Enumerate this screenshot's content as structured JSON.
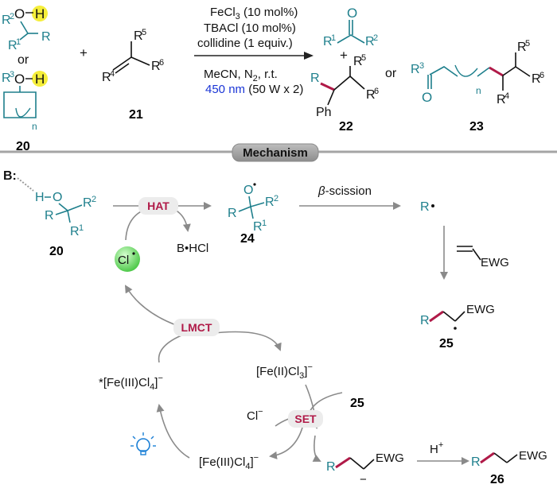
{
  "top": {
    "cond1": "FeCl",
    "cond1_sub": "3",
    "cond1_tail": " (10 mol%)",
    "cond2": "TBACl (10 mol%)",
    "cond3": "collidine (1 equiv.)",
    "cond4a": "MeCN, N",
    "cond4_sub": "2",
    "cond4b": ", r.t.",
    "cond5_blue": "450 nm",
    "cond5_rest": " (50 W x 2)",
    "plus1": "+",
    "plus2": "+",
    "or1": "or",
    "or2": "or",
    "n20": "20",
    "n21": "21",
    "n22": "22",
    "n23": "23",
    "R1": "R",
    "R2": "R",
    "R3": "R",
    "R4": "R",
    "R5": "R",
    "R6": "R",
    "sup1": "1",
    "sup2": "2",
    "sup3": "3",
    "sup4": "4",
    "sup5": "5",
    "sup6": "6",
    "O": "O",
    "H": "H",
    "Ph": "Ph",
    "R": "R",
    "n": "n"
  },
  "mechanism_label": "Mechanism",
  "mech": {
    "B_label": "B:",
    "hat": "HAT",
    "lmct": "LMCT",
    "set": "SET",
    "beta": "β",
    "beta_rest": "-scission",
    "BHCl": "B•HCl",
    "Cl": "Cl",
    "Cl_minus": "Cl",
    "minus": "−",
    "EWG": "EWG",
    "Hplus": "H",
    "plus": "+",
    "n20": "20",
    "n24": "24",
    "n25": "25",
    "n25b": "25",
    "n26": "26",
    "fe2": "[Fe(II)Cl",
    "fe2_sub": "3",
    "fe2_tail": "]",
    "fe3ex": "*[Fe(III)Cl",
    "fe3ex_sub": "4",
    "fe3ex_tail": "]",
    "fe3": "[Fe(III)Cl",
    "fe3_sub": "4",
    "fe3_tail": "]"
  },
  "colors": {
    "teal": "#1e7f8c",
    "crimson": "#b01a48",
    "blue": "#1a35d6",
    "yellow": "#f5ee3a",
    "green": "#5fd15c",
    "arrow": "#8a8a8a"
  }
}
